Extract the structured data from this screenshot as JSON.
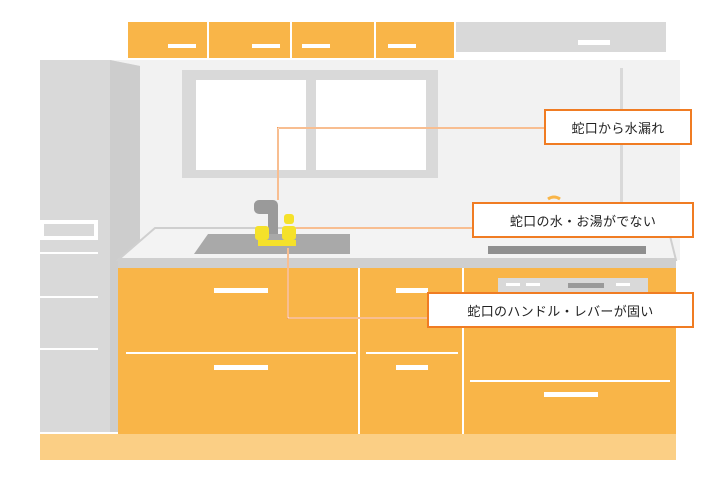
{
  "callouts": {
    "leak": "蛇口から水漏れ",
    "no_water": "蛇口の水・お湯がでない",
    "stiff_handle": "蛇口のハンドル・レバーが固い"
  },
  "colors": {
    "cabinet": "#f9b548",
    "appliance_gray": "#d9d9d9",
    "accent": "#f07c23",
    "highlight": "#f5e12a",
    "floor": "#fbcf85"
  }
}
